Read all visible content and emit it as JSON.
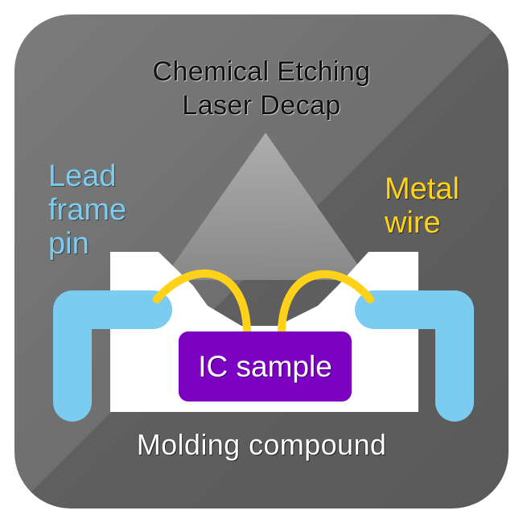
{
  "labels": {
    "etch_method_1": "Chemical Etching",
    "etch_method_2": "Laser Decap",
    "lead_frame": [
      "Lead",
      "frame",
      "pin"
    ],
    "metal_wire": [
      "Metal",
      "wire"
    ],
    "ic_sample": "IC sample",
    "molding_compound": "Molding compound"
  },
  "colors": {
    "background": "#6e6e6e",
    "background_light": "#7b7b7b",
    "background_dark": "#5f5f5f",
    "molding": "#ffffff",
    "lead_frame": "#7ccbf1",
    "metal_wire": "#ffd21a",
    "ic_sample": "#7c00c2",
    "etch_cone": "#9a9a9a",
    "lead_frame_text": "#7ccbf1",
    "metal_wire_text": "#ffd21a"
  },
  "icons": [
    "decap-cone",
    "lead-frame-pin",
    "bond-wire",
    "ic-die"
  ]
}
